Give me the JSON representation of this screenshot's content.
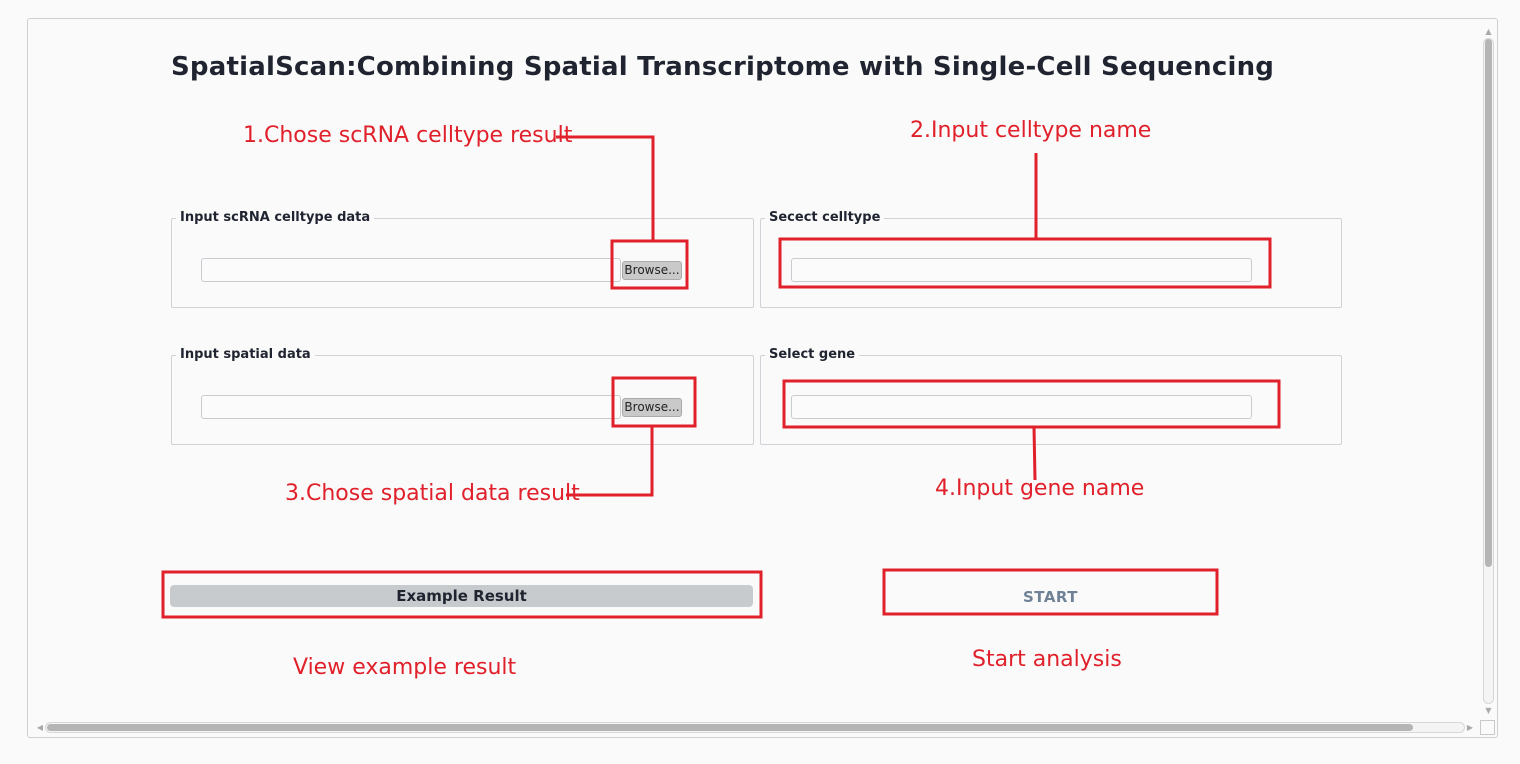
{
  "page": {
    "title": "SpatialScan:Combining Spatial Transcriptome with Single-Cell Sequencing"
  },
  "panels": {
    "scrna": {
      "legend": "Input scRNA celltype data",
      "browse_label": "Browse...",
      "value": ""
    },
    "celltype": {
      "legend": "Secect celltype",
      "value": ""
    },
    "spatial": {
      "legend": "Input spatial data",
      "browse_label": "Browse...",
      "value": ""
    },
    "gene": {
      "legend": "Select gene",
      "value": ""
    }
  },
  "buttons": {
    "example_label": "Example Result",
    "start_label": "START"
  },
  "annotations": {
    "step1": "1.Chose scRNA celltype result",
    "step2": "2.Input celltype name",
    "step3": "3.Chose spatial data result",
    "step4": "4.Input gene name",
    "example_note": "View example result",
    "start_note": "Start analysis",
    "color": "#e0202a"
  },
  "icons": {
    "scroll_up": "arrow-up-icon",
    "scroll_down": "arrow-down-icon",
    "scroll_left": "arrow-left-icon",
    "scroll_right": "arrow-right-icon"
  }
}
